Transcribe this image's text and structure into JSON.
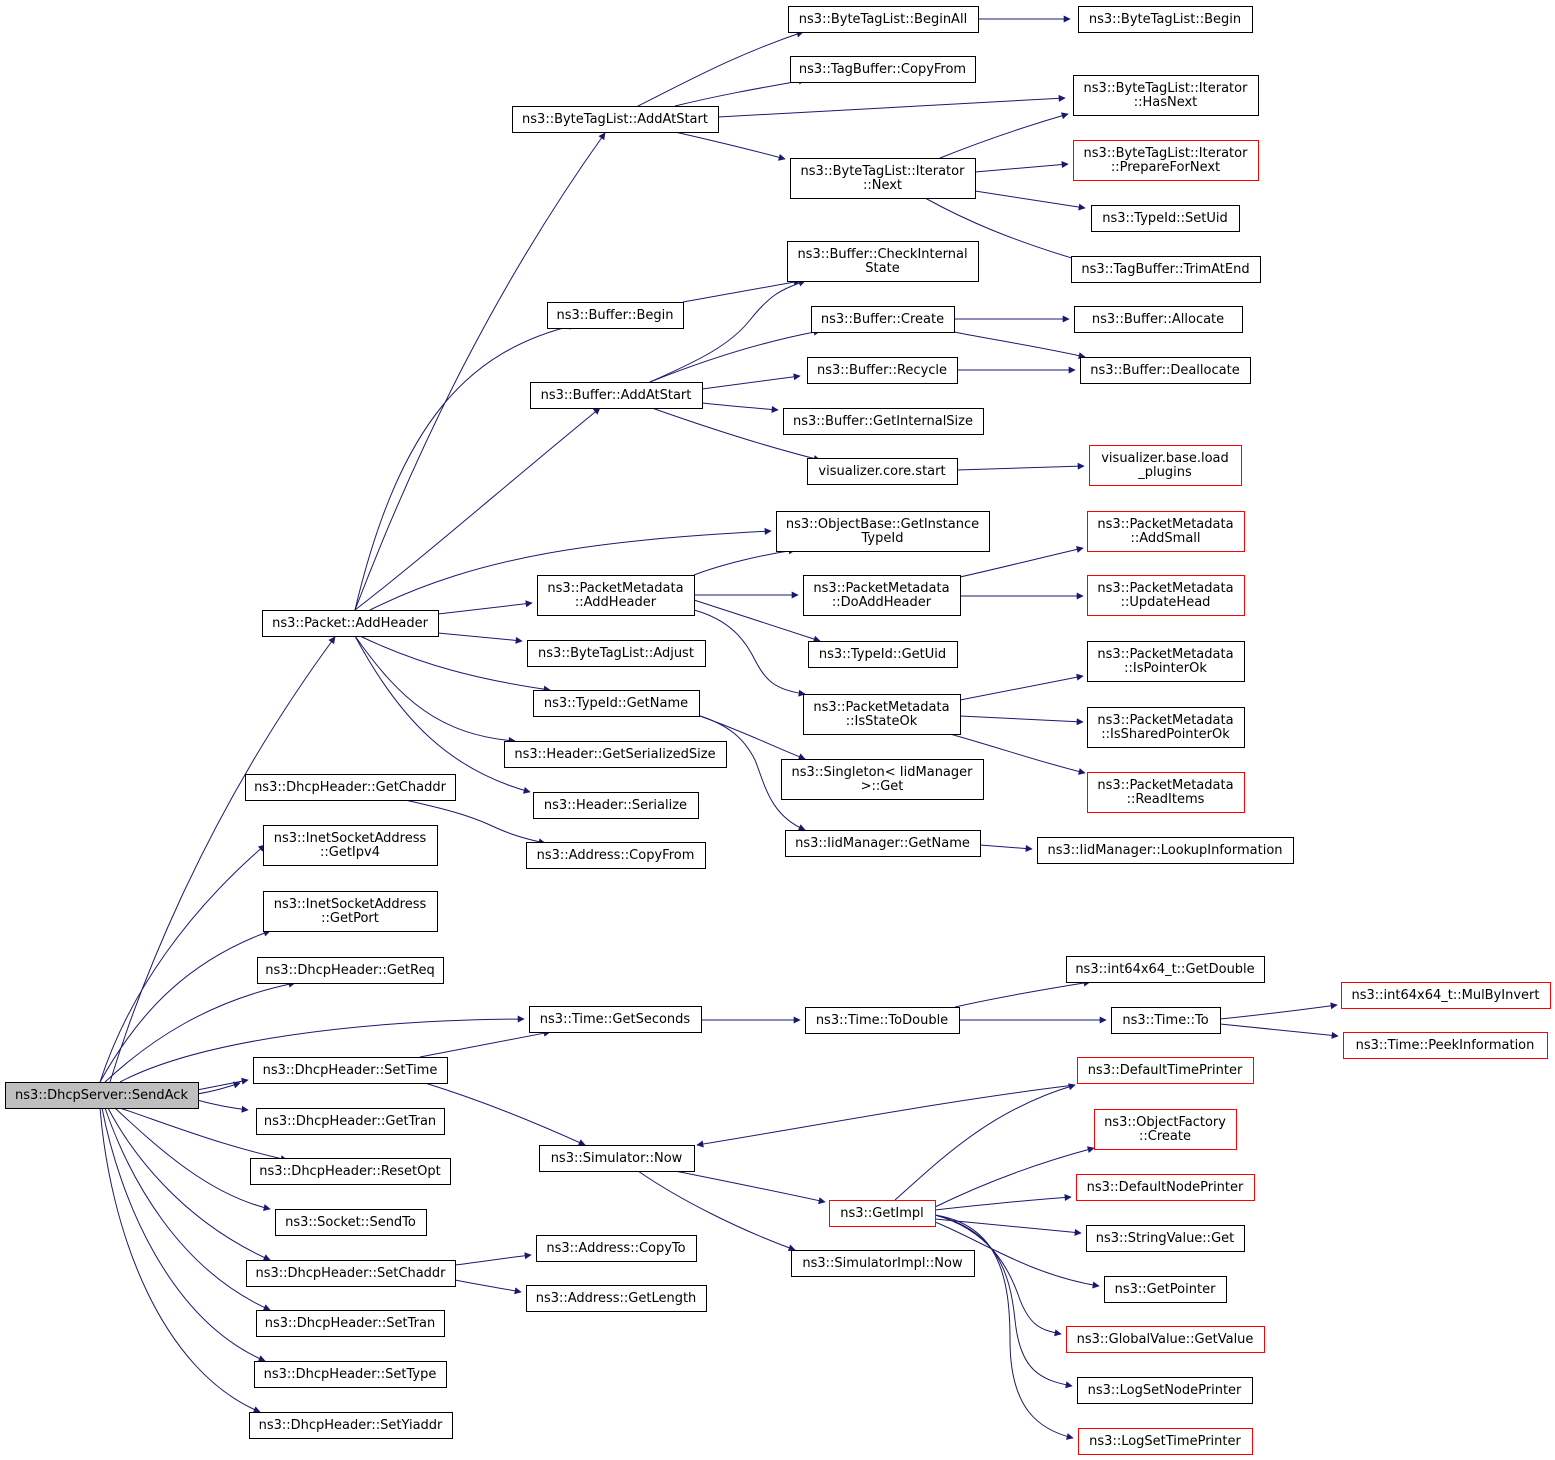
{
  "colors": {
    "edge": "#191970",
    "node_border": "#000000",
    "node_border_truncated": "#ff0000",
    "root_fill": "#bfbfbf",
    "node_fill": "#ffffff"
  },
  "nodes": [
    {
      "id": "root",
      "lines": [
        "ns3::DhcpServer::SendAck"
      ],
      "kind": "root"
    },
    {
      "id": "pkt_addheader",
      "lines": [
        "ns3::Packet::AddHeader"
      ],
      "kind": "normal"
    },
    {
      "id": "btl_addatstart",
      "lines": [
        "ns3::ByteTagList::AddAtStart"
      ],
      "kind": "normal"
    },
    {
      "id": "btl_beginall",
      "lines": [
        "ns3::ByteTagList::BeginAll"
      ],
      "kind": "normal"
    },
    {
      "id": "btl_begin",
      "lines": [
        "ns3::ByteTagList::Begin"
      ],
      "kind": "normal"
    },
    {
      "id": "tagbuf_copyfrom",
      "lines": [
        "ns3::TagBuffer::CopyFrom"
      ],
      "kind": "normal"
    },
    {
      "id": "btli_hasnext",
      "lines": [
        "ns3::ByteTagList::Iterator",
        "::HasNext"
      ],
      "kind": "normal"
    },
    {
      "id": "btli_next",
      "lines": [
        "ns3::ByteTagList::Iterator",
        "::Next"
      ],
      "kind": "normal"
    },
    {
      "id": "btli_prepare",
      "lines": [
        "ns3::ByteTagList::Iterator",
        "::PrepareForNext"
      ],
      "kind": "truncated"
    },
    {
      "id": "typeid_setuid",
      "lines": [
        "ns3::TypeId::SetUid"
      ],
      "kind": "normal"
    },
    {
      "id": "tagbuf_trim",
      "lines": [
        "ns3::TagBuffer::TrimAtEnd"
      ],
      "kind": "normal"
    },
    {
      "id": "buf_checkinternal",
      "lines": [
        "ns3::Buffer::CheckInternal",
        "State"
      ],
      "kind": "normal"
    },
    {
      "id": "buf_begin",
      "lines": [
        "ns3::Buffer::Begin"
      ],
      "kind": "normal"
    },
    {
      "id": "buf_create",
      "lines": [
        "ns3::Buffer::Create"
      ],
      "kind": "normal"
    },
    {
      "id": "buf_allocate",
      "lines": [
        "ns3::Buffer::Allocate"
      ],
      "kind": "normal"
    },
    {
      "id": "buf_addatstart",
      "lines": [
        "ns3::Buffer::AddAtStart"
      ],
      "kind": "normal"
    },
    {
      "id": "buf_recycle",
      "lines": [
        "ns3::Buffer::Recycle"
      ],
      "kind": "normal"
    },
    {
      "id": "buf_dealloc",
      "lines": [
        "ns3::Buffer::Deallocate"
      ],
      "kind": "normal"
    },
    {
      "id": "buf_getinternal",
      "lines": [
        "ns3::Buffer::GetInternalSize"
      ],
      "kind": "normal"
    },
    {
      "id": "vis_core_start",
      "lines": [
        "visualizer.core.start"
      ],
      "kind": "normal"
    },
    {
      "id": "vis_load_plugins",
      "lines": [
        "visualizer.base.load",
        "_plugins"
      ],
      "kind": "truncated"
    },
    {
      "id": "objbase_gettypeid",
      "lines": [
        "ns3::ObjectBase::GetInstance",
        "TypeId"
      ],
      "kind": "normal"
    },
    {
      "id": "pm_addsmall",
      "lines": [
        "ns3::PacketMetadata",
        "::AddSmall"
      ],
      "kind": "truncated"
    },
    {
      "id": "pm_addheader",
      "lines": [
        "ns3::PacketMetadata",
        "::AddHeader"
      ],
      "kind": "normal"
    },
    {
      "id": "pm_doaddheader",
      "lines": [
        "ns3::PacketMetadata",
        "::DoAddHeader"
      ],
      "kind": "normal"
    },
    {
      "id": "pm_updatehead",
      "lines": [
        "ns3::PacketMetadata",
        "::UpdateHead"
      ],
      "kind": "truncated"
    },
    {
      "id": "btl_adjust",
      "lines": [
        "ns3::ByteTagList::Adjust"
      ],
      "kind": "normal"
    },
    {
      "id": "typeid_getuid",
      "lines": [
        "ns3::TypeId::GetUid"
      ],
      "kind": "normal"
    },
    {
      "id": "pm_ispointerok",
      "lines": [
        "ns3::PacketMetadata",
        "::IsPointerOk"
      ],
      "kind": "normal"
    },
    {
      "id": "typeid_getname",
      "lines": [
        "ns3::TypeId::GetName"
      ],
      "kind": "normal"
    },
    {
      "id": "pm_isstateok",
      "lines": [
        "ns3::PacketMetadata",
        "::IsStateOk"
      ],
      "kind": "normal"
    },
    {
      "id": "pm_issharedptr",
      "lines": [
        "ns3::PacketMetadata",
        "::IsSharedPointerOk"
      ],
      "kind": "normal"
    },
    {
      "id": "hdr_getsersize",
      "lines": [
        "ns3::Header::GetSerializedSize"
      ],
      "kind": "normal"
    },
    {
      "id": "singleton_get",
      "lines": [
        "ns3::Singleton< IidManager",
        ">::Get"
      ],
      "kind": "normal"
    },
    {
      "id": "pm_readitems",
      "lines": [
        "ns3::PacketMetadata",
        "::ReadItems"
      ],
      "kind": "truncated"
    },
    {
      "id": "dhcp_getchaddr",
      "lines": [
        "ns3::DhcpHeader::GetChaddr"
      ],
      "kind": "normal"
    },
    {
      "id": "hdr_serialize",
      "lines": [
        "ns3::Header::Serialize"
      ],
      "kind": "normal"
    },
    {
      "id": "inet_getipv4",
      "lines": [
        "ns3::InetSocketAddress",
        "::GetIpv4"
      ],
      "kind": "normal"
    },
    {
      "id": "iid_getname",
      "lines": [
        "ns3::IidManager::GetName"
      ],
      "kind": "normal"
    },
    {
      "id": "iid_lookup",
      "lines": [
        "ns3::IidManager::LookupInformation"
      ],
      "kind": "normal"
    },
    {
      "id": "addr_copyfrom",
      "lines": [
        "ns3::Address::CopyFrom"
      ],
      "kind": "normal"
    },
    {
      "id": "inet_getport",
      "lines": [
        "ns3::InetSocketAddress",
        "::GetPort"
      ],
      "kind": "normal"
    },
    {
      "id": "dhcp_getreq",
      "lines": [
        "ns3::DhcpHeader::GetReq"
      ],
      "kind": "normal"
    },
    {
      "id": "int64_getdouble",
      "lines": [
        "ns3::int64x64_t::GetDouble"
      ],
      "kind": "normal"
    },
    {
      "id": "time_getseconds",
      "lines": [
        "ns3::Time::GetSeconds"
      ],
      "kind": "normal"
    },
    {
      "id": "time_todouble",
      "lines": [
        "ns3::Time::ToDouble"
      ],
      "kind": "normal"
    },
    {
      "id": "time_to",
      "lines": [
        "ns3::Time::To"
      ],
      "kind": "normal"
    },
    {
      "id": "int64_mulbyinvert",
      "lines": [
        "ns3::int64x64_t::MulByInvert"
      ],
      "kind": "truncated"
    },
    {
      "id": "time_peekinfo",
      "lines": [
        "ns3::Time::PeekInformation"
      ],
      "kind": "truncated"
    },
    {
      "id": "dhcp_settime",
      "lines": [
        "ns3::DhcpHeader::SetTime"
      ],
      "kind": "normal"
    },
    {
      "id": "default_time_printer",
      "lines": [
        "ns3::DefaultTimePrinter"
      ],
      "kind": "truncated"
    },
    {
      "id": "dhcp_gettran",
      "lines": [
        "ns3::DhcpHeader::GetTran"
      ],
      "kind": "normal"
    },
    {
      "id": "objfactory_create",
      "lines": [
        "ns3::ObjectFactory",
        "::Create"
      ],
      "kind": "truncated"
    },
    {
      "id": "sim_now",
      "lines": [
        "ns3::Simulator::Now"
      ],
      "kind": "normal"
    },
    {
      "id": "dhcp_resetopt",
      "lines": [
        "ns3::DhcpHeader::ResetOpt"
      ],
      "kind": "normal"
    },
    {
      "id": "default_node_printer",
      "lines": [
        "ns3::DefaultNodePrinter"
      ],
      "kind": "truncated"
    },
    {
      "id": "getimpl",
      "lines": [
        "ns3::GetImpl"
      ],
      "kind": "truncated"
    },
    {
      "id": "socket_sendto",
      "lines": [
        "ns3::Socket::SendTo"
      ],
      "kind": "normal"
    },
    {
      "id": "stringvalue_get",
      "lines": [
        "ns3::StringValue::Get"
      ],
      "kind": "normal"
    },
    {
      "id": "addr_copyto",
      "lines": [
        "ns3::Address::CopyTo"
      ],
      "kind": "normal"
    },
    {
      "id": "simimpl_now",
      "lines": [
        "ns3::SimulatorImpl::Now"
      ],
      "kind": "normal"
    },
    {
      "id": "dhcp_setchaddr",
      "lines": [
        "ns3::DhcpHeader::SetChaddr"
      ],
      "kind": "normal"
    },
    {
      "id": "getpointer",
      "lines": [
        "ns3::GetPointer"
      ],
      "kind": "normal"
    },
    {
      "id": "addr_getlength",
      "lines": [
        "ns3::Address::GetLength"
      ],
      "kind": "normal"
    },
    {
      "id": "dhcp_settran",
      "lines": [
        "ns3::DhcpHeader::SetTran"
      ],
      "kind": "normal"
    },
    {
      "id": "globalvalue_getvalue",
      "lines": [
        "ns3::GlobalValue::GetValue"
      ],
      "kind": "truncated"
    },
    {
      "id": "dhcp_settype",
      "lines": [
        "ns3::DhcpHeader::SetType"
      ],
      "kind": "normal"
    },
    {
      "id": "log_setnodeprinter",
      "lines": [
        "ns3::LogSetNodePrinter"
      ],
      "kind": "normal"
    },
    {
      "id": "dhcp_setyiaddr",
      "lines": [
        "ns3::DhcpHeader::SetYiaddr"
      ],
      "kind": "normal"
    },
    {
      "id": "log_settimeprinter",
      "lines": [
        "ns3::LogSetTimePrinter"
      ],
      "kind": "truncated"
    }
  ]
}
